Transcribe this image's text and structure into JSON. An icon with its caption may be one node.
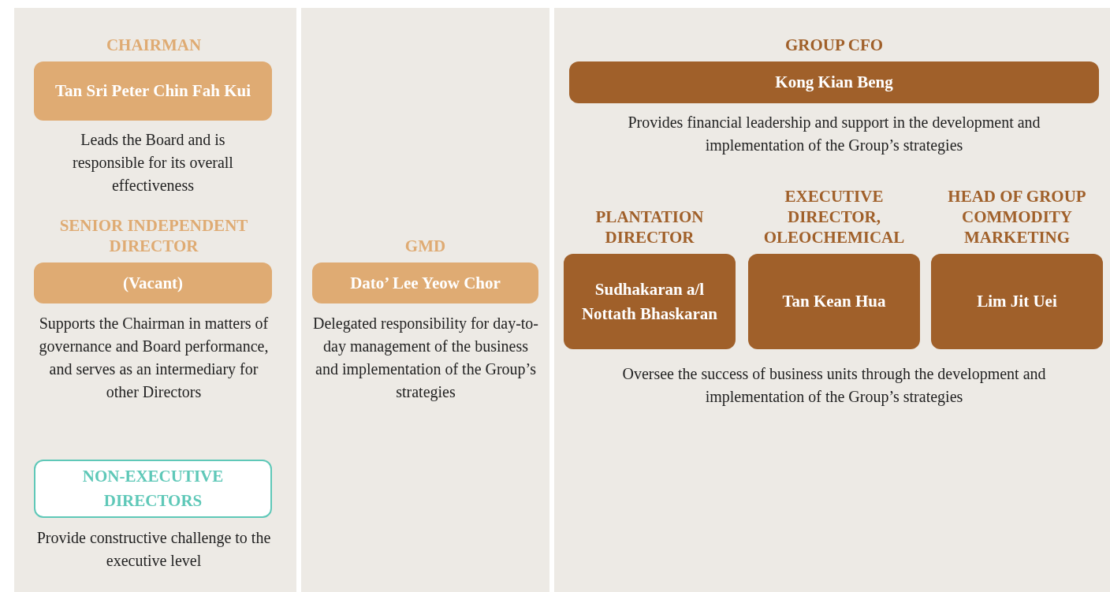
{
  "diagram": {
    "nodes": [
      {
        "text": [
          "CHAIRMAN",
          "Tan Sri Peter Chin Fah Kui"
        ],
        "beside": [
          "Leads the Board and is responsible for its overall effectiveness"
        ]
      },
      {
        "text": [
          "SENIOR INDEPENDENT DIRECTOR",
          "(Vacant)"
        ],
        "beside": [
          "Supports the Chairman in matters of governance and Board performance, and serves as an intermediary for other Directors"
        ]
      },
      {
        "text": [
          "NON-EXECUTIVE DIRECTORS"
        ],
        "beside": [
          "Provide constructive challenge to the executive level"
        ]
      },
      {
        "text": [
          "GMD",
          "Dato’ Lee Yeow Chor"
        ],
        "beside": [
          "Delegated responsibility for day-to-day management of the business and implementation of the Group’s strategies"
        ]
      },
      {
        "text": [
          "GROUP CFO",
          "Kong Kian Beng"
        ],
        "beside": [
          "Provides financial leadership and support in the development and implementation of the Group’s strategies"
        ]
      },
      {
        "text": [
          "PLANTATION DIRECTOR",
          "Sudhakaran a/l Nottath Bhaskaran"
        ]
      },
      {
        "text": [
          "EXECUTIVE DIRECTOR, OLEOCHEMICAL",
          "Tan Kean Hua"
        ]
      },
      {
        "text": [
          "HEAD OF GROUP COMMODITY MARKETING",
          "Lim Jit Uei"
        ]
      }
    ],
    "labels": [
      "Oversee the success of business units through the development and implementation of the Group’s strategies"
    ]
  }
}
